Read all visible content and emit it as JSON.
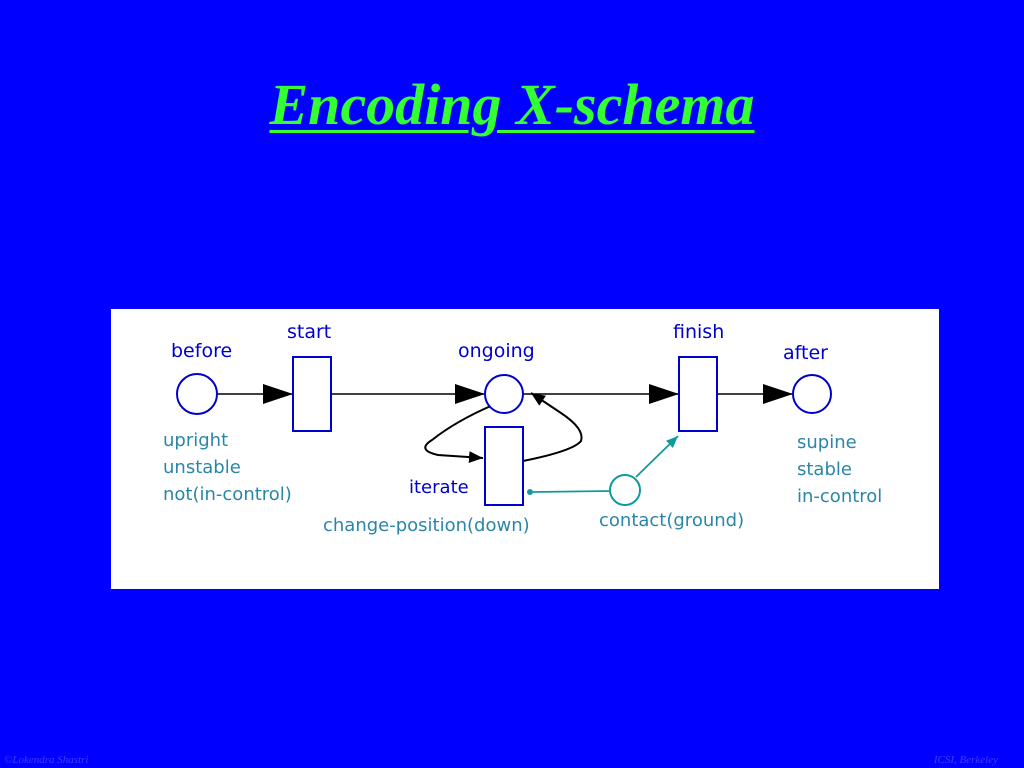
{
  "title": "Encoding X-schema",
  "diagram": {
    "places": {
      "before": "before",
      "ongoing": "ongoing",
      "after": "after"
    },
    "transitions": {
      "start": "start",
      "finish": "finish",
      "iterate": "iterate"
    },
    "before_states": [
      "upright",
      "unstable",
      "not(in-control)"
    ],
    "after_states": [
      "supine",
      "stable",
      "in-control"
    ],
    "iterate_action": "change-position(down)",
    "contact_label": "contact(ground)",
    "colors": {
      "main_arc": "#000000",
      "node_stroke": "#0000cc",
      "label_primary": "#0000cc",
      "label_state": "#2a86a8",
      "contact_arc": "#11999e"
    }
  },
  "footer": {
    "left": "©Lokendra Shastri",
    "right": "ICSI, Berkeley"
  }
}
